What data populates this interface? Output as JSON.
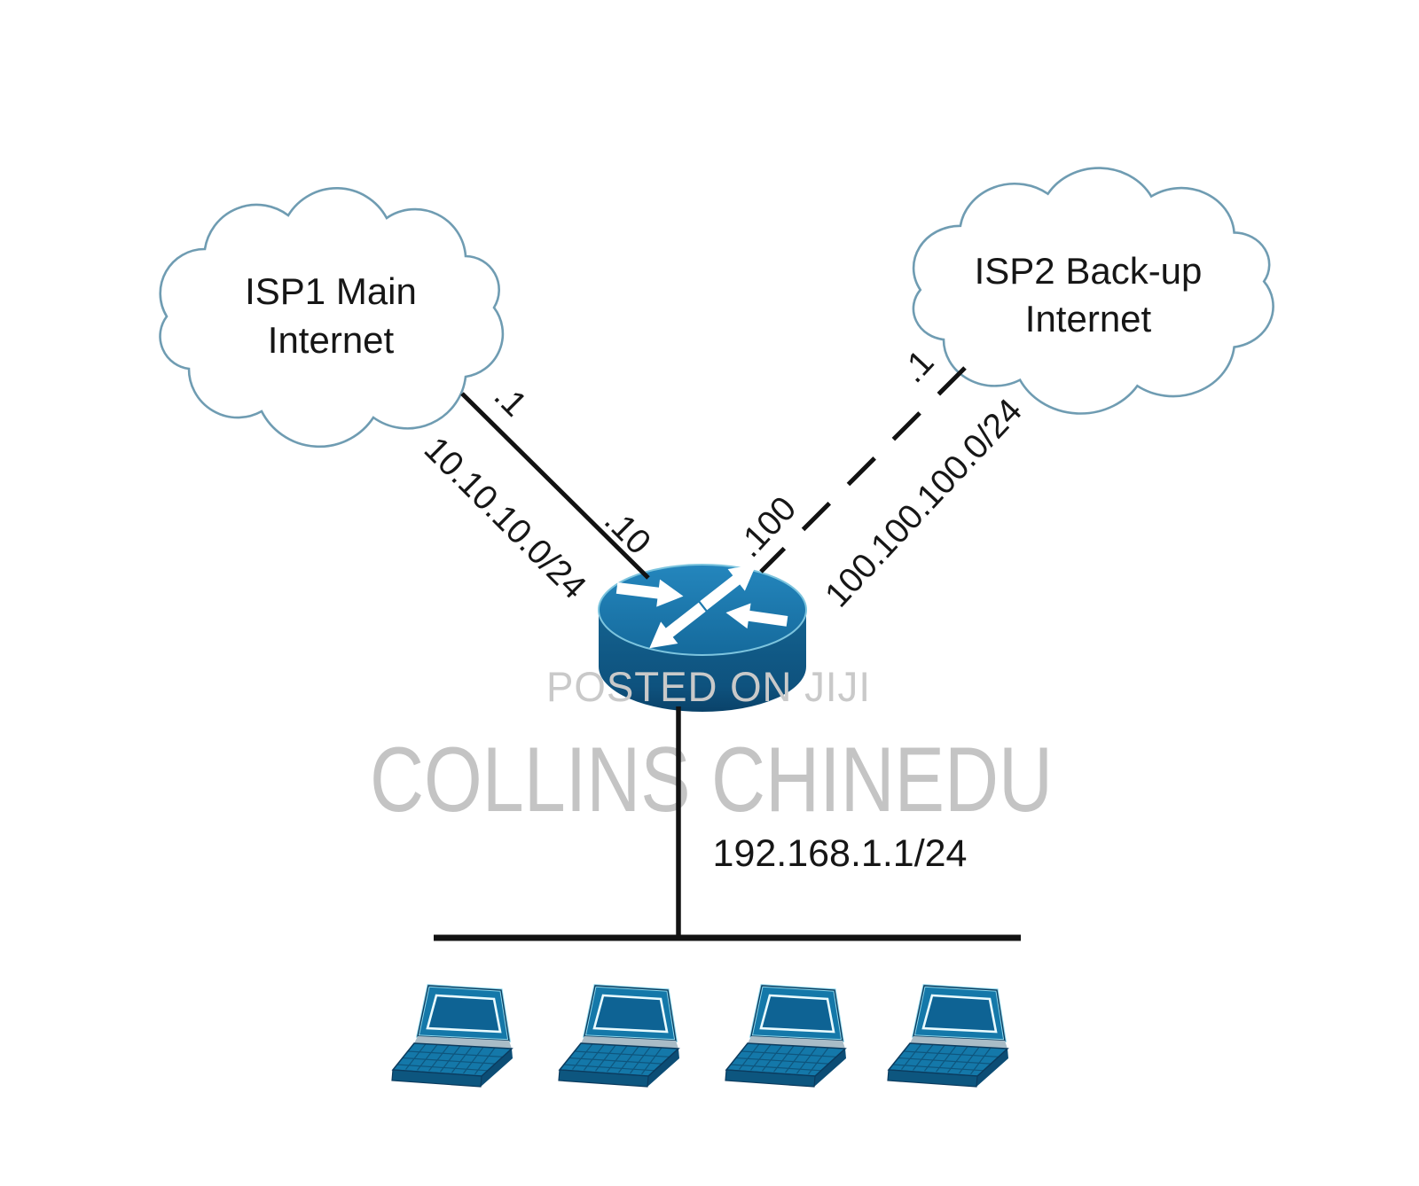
{
  "diagram": {
    "clouds": [
      {
        "label_line1": "ISP1 Main",
        "label_line2": "Internet"
      },
      {
        "label_line1": "ISP2 Back-up",
        "label_line2": "Internet"
      }
    ],
    "links": [
      {
        "style": "solid",
        "cloud_end_ip": ".1",
        "subnet": "10.10.10.0/24",
        "router_end_ip": ".10"
      },
      {
        "style": "dashed",
        "cloud_end_ip": ".1",
        "subnet": "100.100.100.0/24",
        "router_end_ip": ".100"
      }
    ],
    "lan": {
      "gateway_label": "192.168.1.1/24",
      "workstation_count": 4
    },
    "watermark": {
      "line1": "POSTED ON JIJI",
      "line2": "COLLINS CHINEDU"
    },
    "colors": {
      "device_blue": "#1478a9",
      "device_blue_dark": "#0f5e8c",
      "cloud_stroke": "#6f9cb2",
      "line_black": "#121212",
      "watermark_gray": "#c6c6c6",
      "background": "#ffffff"
    }
  }
}
